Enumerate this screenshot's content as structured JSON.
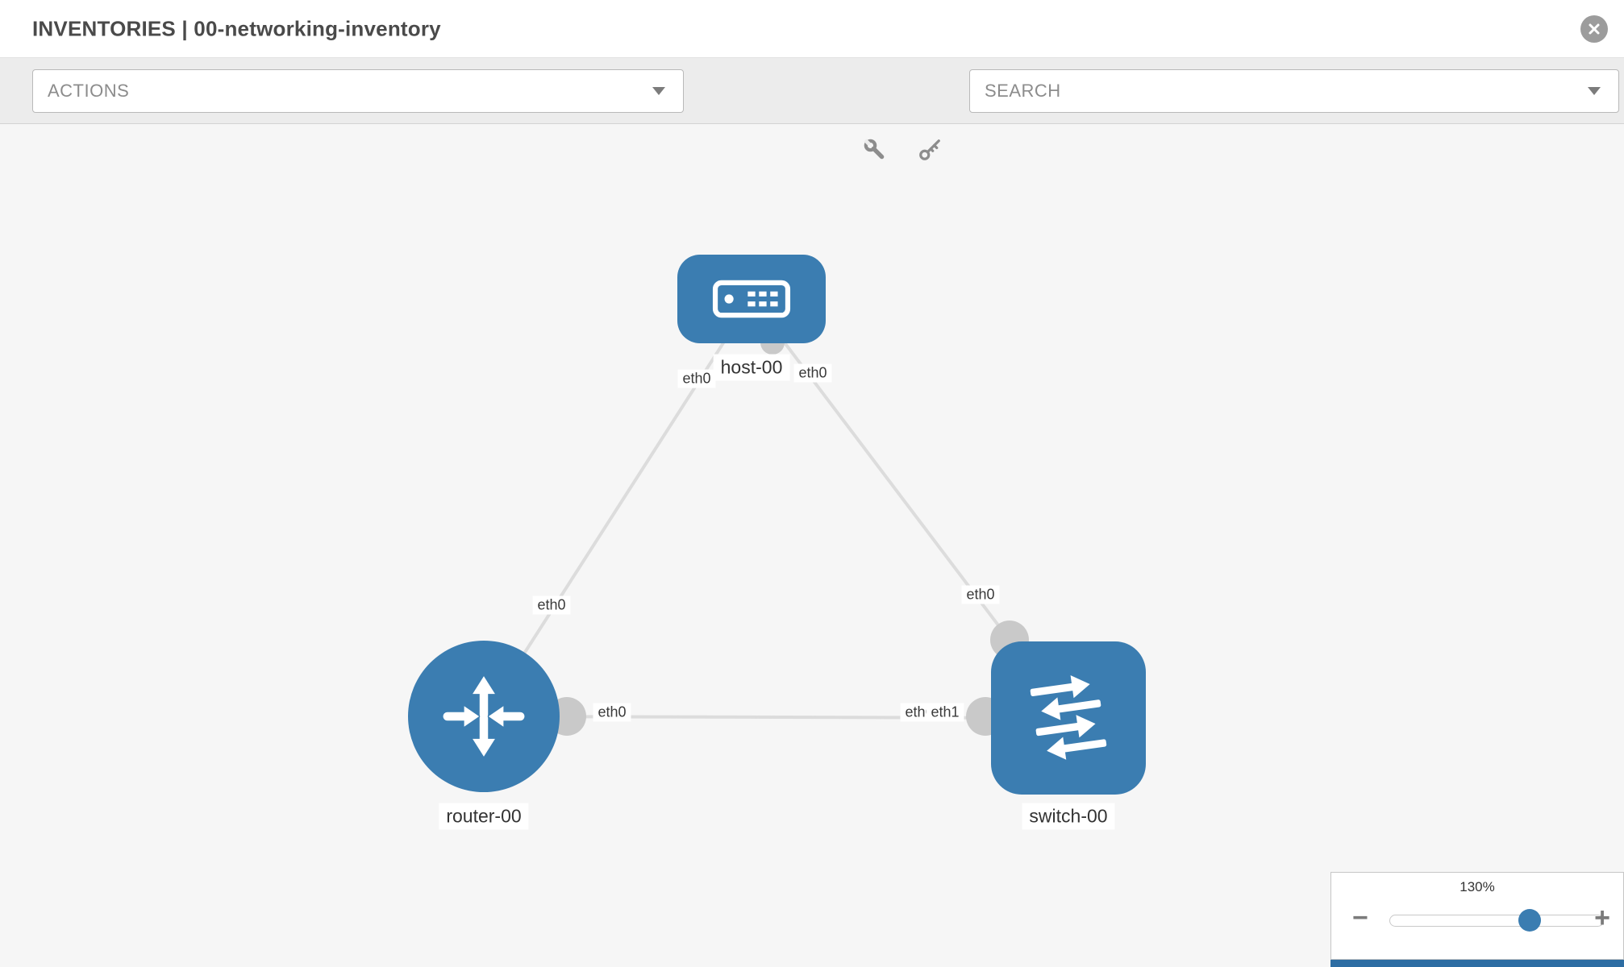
{
  "header": {
    "title": "INVENTORIES | 00-networking-inventory"
  },
  "toolbar": {
    "actions_label": "ACTIONS",
    "search_label": "SEARCH",
    "icons": [
      "wrench-icon",
      "key-icon"
    ]
  },
  "topology": {
    "colors": {
      "node": "#3b7db1",
      "link": "#dcdcdc",
      "endpoint": "#c9c9c9",
      "canvas": "#f6f6f6"
    },
    "nodes": [
      {
        "id": "host-00",
        "type": "host",
        "label": "host-00"
      },
      {
        "id": "router-00",
        "type": "router",
        "label": "router-00"
      },
      {
        "id": "switch-00",
        "type": "switch",
        "label": "switch-00"
      }
    ],
    "links": [
      {
        "from": "host-00",
        "to": "router-00",
        "from_label": "eth0",
        "to_label": "eth0"
      },
      {
        "from": "host-00",
        "to": "switch-00",
        "from_label": "eth0",
        "to_label": "eth0"
      },
      {
        "from": "router-00",
        "to": "switch-00",
        "from_label": "eth0",
        "to_label": "eth1",
        "to_label_overlap": "eth0"
      }
    ]
  },
  "zoom": {
    "level_label": "130%",
    "value": 130,
    "minus_label": "−",
    "plus_label": "+"
  }
}
